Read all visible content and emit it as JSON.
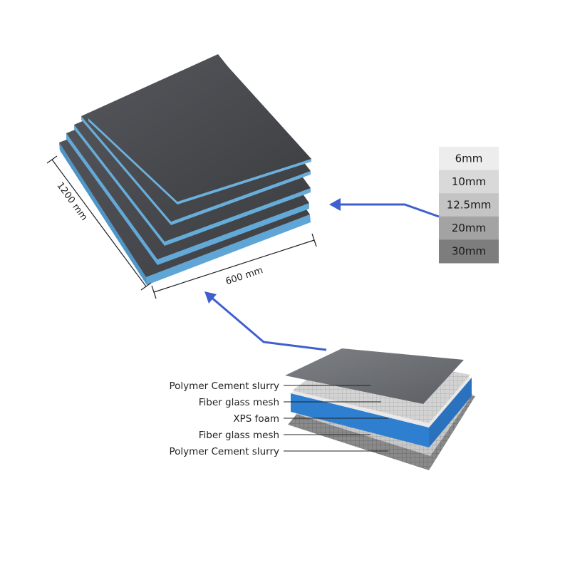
{
  "dimensions": {
    "length": "1200 mm",
    "width": "600 mm"
  },
  "thicknesses": [
    {
      "label": "6mm",
      "color": "#ededed"
    },
    {
      "label": "10mm",
      "color": "#d9d9d9"
    },
    {
      "label": "12.5mm",
      "color": "#c4c4c4"
    },
    {
      "label": "20mm",
      "color": "#a3a3a3"
    },
    {
      "label": "30mm",
      "color": "#7d7d7d"
    }
  ],
  "layers": [
    "Polymer Cement slurry",
    "Fiber glass mesh",
    "XPS foam",
    "Fiber glass mesh",
    "Polymer Cement slurry"
  ],
  "colors": {
    "board_top": "#4a4c51",
    "board_edge_blue": "#5fa6d6",
    "xps_blue": "#2f7fd0",
    "arrow": "#3f5fcf",
    "line": "#222222"
  }
}
